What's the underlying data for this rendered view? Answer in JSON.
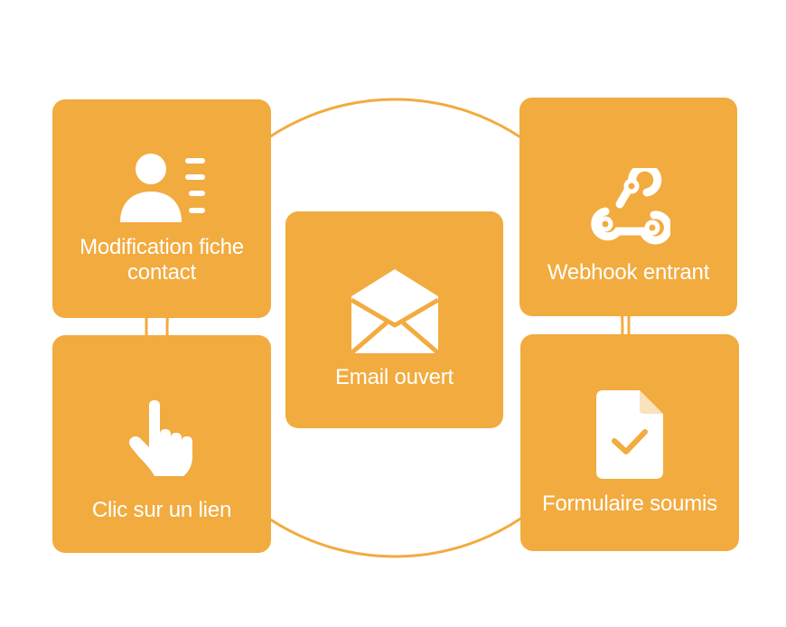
{
  "colors": {
    "card": "#f2ab3f",
    "ring": "#f2ab3f",
    "text": "#ffffff"
  },
  "nodes": {
    "contact": {
      "label": "Modification fiche contact",
      "label_lines": [
        "Modification fiche",
        "contact"
      ],
      "icon": "contact-card-icon"
    },
    "email": {
      "label": "Email ouvert",
      "icon": "open-envelope-icon"
    },
    "webhook": {
      "label": "Webhook entrant",
      "icon": "webhook-icon"
    },
    "link": {
      "label": "Clic sur un lien",
      "icon": "pointing-hand-icon"
    },
    "form": {
      "label": "Formulaire soumis",
      "icon": "document-check-icon"
    }
  }
}
